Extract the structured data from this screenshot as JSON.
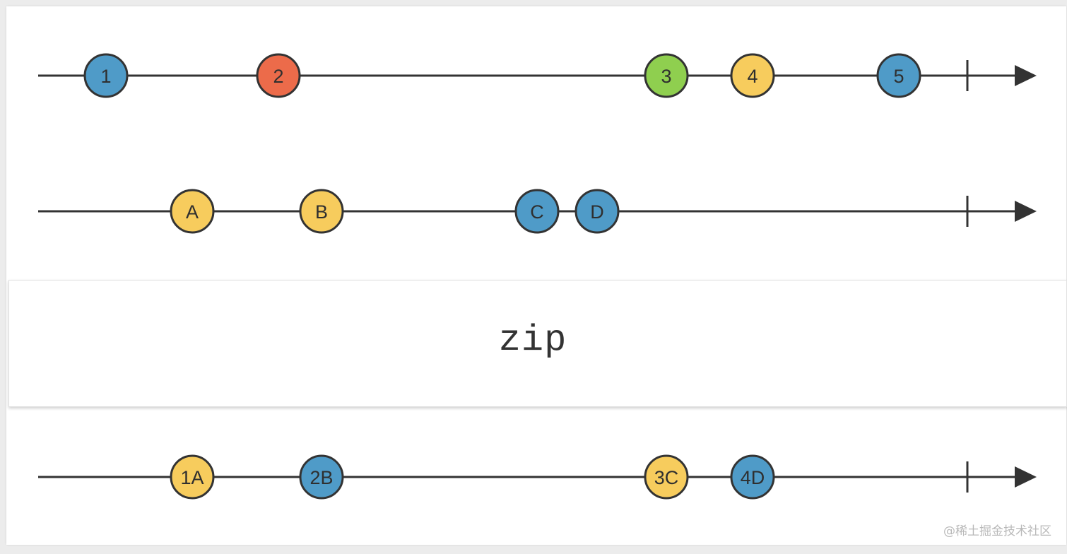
{
  "streams": {
    "numbers": {
      "marbles": [
        {
          "label": "1",
          "color": "#4f9bc8"
        },
        {
          "label": "2",
          "color": "#ec6b4a"
        },
        {
          "label": "3",
          "color": "#8fcf4f"
        },
        {
          "label": "4",
          "color": "#f7cc5d"
        },
        {
          "label": "5",
          "color": "#4f9bc8"
        }
      ]
    },
    "letters": {
      "marbles": [
        {
          "label": "A",
          "color": "#f7cc5d"
        },
        {
          "label": "B",
          "color": "#f7cc5d"
        },
        {
          "label": "C",
          "color": "#4f9bc8"
        },
        {
          "label": "D",
          "color": "#4f9bc8"
        }
      ]
    },
    "output": {
      "marbles": [
        {
          "label": "1A",
          "color": "#f7cc5d"
        },
        {
          "label": "2B",
          "color": "#4f9bc8"
        },
        {
          "label": "3C",
          "color": "#f7cc5d"
        },
        {
          "label": "4D",
          "color": "#4f9bc8"
        }
      ]
    }
  },
  "operator": {
    "label": "zip"
  },
  "watermark": {
    "text": "@稀土掘金技术社区"
  },
  "colors": {
    "line": "#333333",
    "marble_stroke": "#333333",
    "blue": "#4f9bc8",
    "red": "#ec6b4a",
    "green": "#8fcf4f",
    "yellow": "#f7cc5d"
  }
}
